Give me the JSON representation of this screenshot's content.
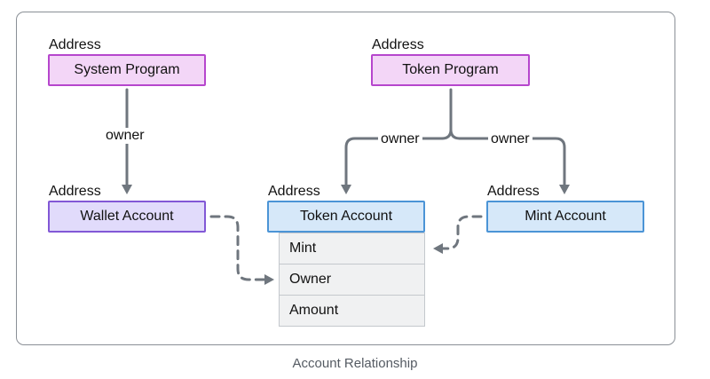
{
  "nodes": {
    "system_program": {
      "address_label": "Address",
      "label": "System Program"
    },
    "token_program": {
      "address_label": "Address",
      "label": "Token Program"
    },
    "wallet_account": {
      "address_label": "Address",
      "label": "Wallet Account"
    },
    "token_account": {
      "address_label": "Address",
      "label": "Token Account",
      "fields": [
        "Mint",
        "Owner",
        "Amount"
      ]
    },
    "mint_account": {
      "address_label": "Address",
      "label": "Mint Account"
    }
  },
  "edges": {
    "system_to_wallet": "owner",
    "token_program_to_token_account": "owner",
    "token_program_to_mint_account": "owner"
  },
  "caption": "Account Relationship",
  "colors": {
    "program_fill": "#f3d6f7",
    "program_border": "#b646cd",
    "wallet_fill": "#e1dbfb",
    "wallet_border": "#8258d6",
    "account_fill": "#d6e8f9",
    "account_border": "#4b94d6",
    "field_fill": "#f0f1f2",
    "field_border": "#c4c8cd",
    "arrow": "#6f767e"
  }
}
